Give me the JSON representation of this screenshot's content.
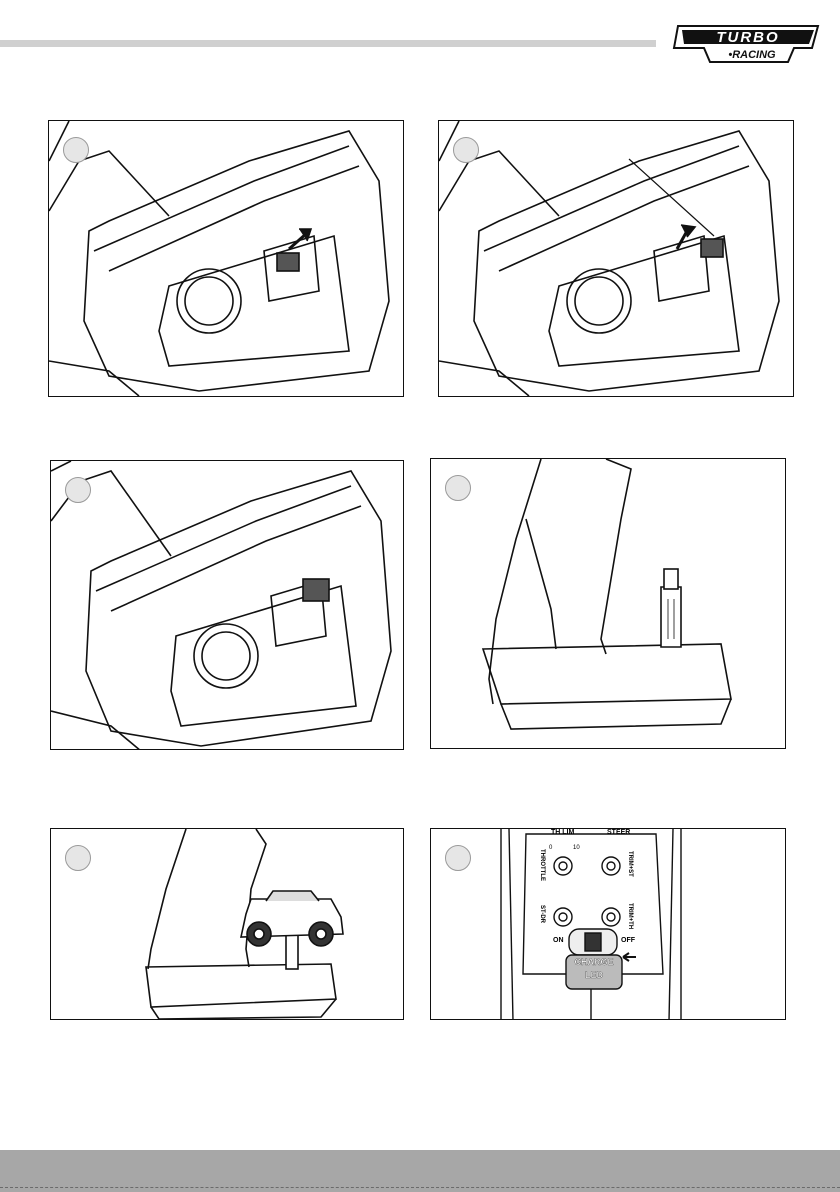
{
  "brand": {
    "logo_word1": "TURBO",
    "logo_word2": "RACING",
    "colors": {
      "header_bar": "#d0d0d0",
      "footer_bar": "#a7a7a7",
      "line_art": "#111111"
    }
  },
  "panels": [
    {
      "id": "step-1",
      "illustration": "transmitter-base-switch-slide"
    },
    {
      "id": "step-2",
      "illustration": "transmitter-base-switch-lift"
    },
    {
      "id": "step-3",
      "illustration": "transmitter-base-switch-closed"
    },
    {
      "id": "step-4",
      "illustration": "transmitter-side-usb-plug"
    },
    {
      "id": "step-5",
      "illustration": "transmitter-side-with-car"
    },
    {
      "id": "step-6",
      "illustration": "transmitter-control-panel",
      "labels": {
        "th_lim": "TH LIM",
        "steer": "STEER",
        "throttle_dial": "THROTTLE",
        "st_dr_dial": "ST-DR",
        "dial_left_mark": "0",
        "dial_right_mark": "10",
        "trim_right_top": "TRIM+ST",
        "trim_right_bottom": "TRIM+TH",
        "on": "ON",
        "off": "OFF",
        "charge": "CHARGE",
        "led": "LED"
      }
    }
  ]
}
